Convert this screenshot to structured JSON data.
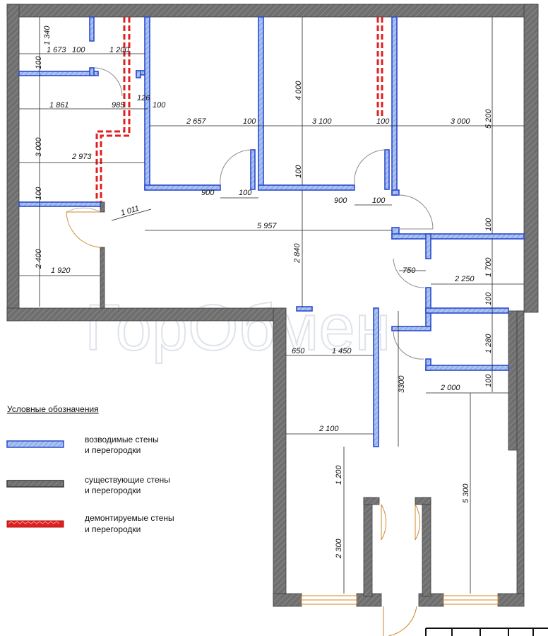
{
  "dims": {
    "d1340": "1 340",
    "d1673": "1 673",
    "d100a": "100",
    "d1200a": "1 200",
    "d100b": "100",
    "d1861": "1 861",
    "d985": "985",
    "d126": "126",
    "d100c": "100",
    "d3000a": "3 000",
    "d2973": "2 973",
    "d100d": "100",
    "d2400": "2 400",
    "d1920": "1 920",
    "d2657": "2 657",
    "d100e": "100",
    "d3100": "3 100",
    "d100f": "100",
    "d3000b": "3 000",
    "d4000": "4 000",
    "d5200": "5 200",
    "d100g": "100",
    "d900a": "900",
    "d100h": "100",
    "d900b": "900",
    "d100i": "100",
    "d1011": "1 011",
    "d5957": "5 957",
    "d2840": "2 840",
    "d100j": "100",
    "d750": "750",
    "d1700": "1 700",
    "d2250": "2 250",
    "d100k": "100",
    "d1280": "1 280",
    "d650": "650",
    "d1450": "1 450",
    "d3300": "3300",
    "d2000": "2 000",
    "d100l": "100",
    "d2100": "2 100",
    "d1200b": "1 200",
    "d5300": "5 300",
    "d2300": "2 300"
  },
  "watermark": "ГорОбмен",
  "legend": {
    "title": "Условные обозначения",
    "items": [
      {
        "line1": "возводимые стены",
        "line2": "и перегородки"
      },
      {
        "line1": "существующие стены",
        "line2": "и перегородки"
      },
      {
        "line1": "демонтируемые стены",
        "line2": "и перегородки"
      }
    ]
  },
  "colors": {
    "existing_wall": "#6f6f6f",
    "new_wall": "#2f49d1",
    "new_wall_fill": "#a8c4ef",
    "demolished_wall": "#e02020",
    "door": "#d08a2a"
  }
}
